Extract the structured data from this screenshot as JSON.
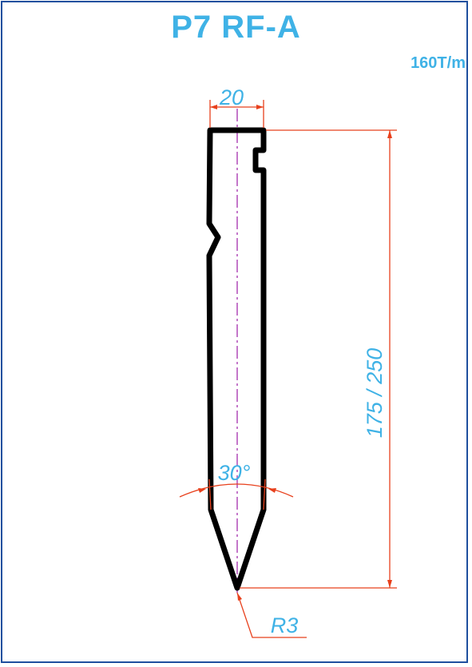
{
  "header": {
    "title": "P7 RF-A",
    "capacity": "160T/m"
  },
  "dimensions": {
    "width": "20",
    "height": "175 / 250",
    "angle": "30°",
    "radius": "R3"
  },
  "colors": {
    "title": "#3fb2e6",
    "dimension_text": "#3fb2e6",
    "dimension_line": "#e8401c",
    "outline": "#000000",
    "centerline": "#b04ab8",
    "frame": "#1f4f9e"
  }
}
